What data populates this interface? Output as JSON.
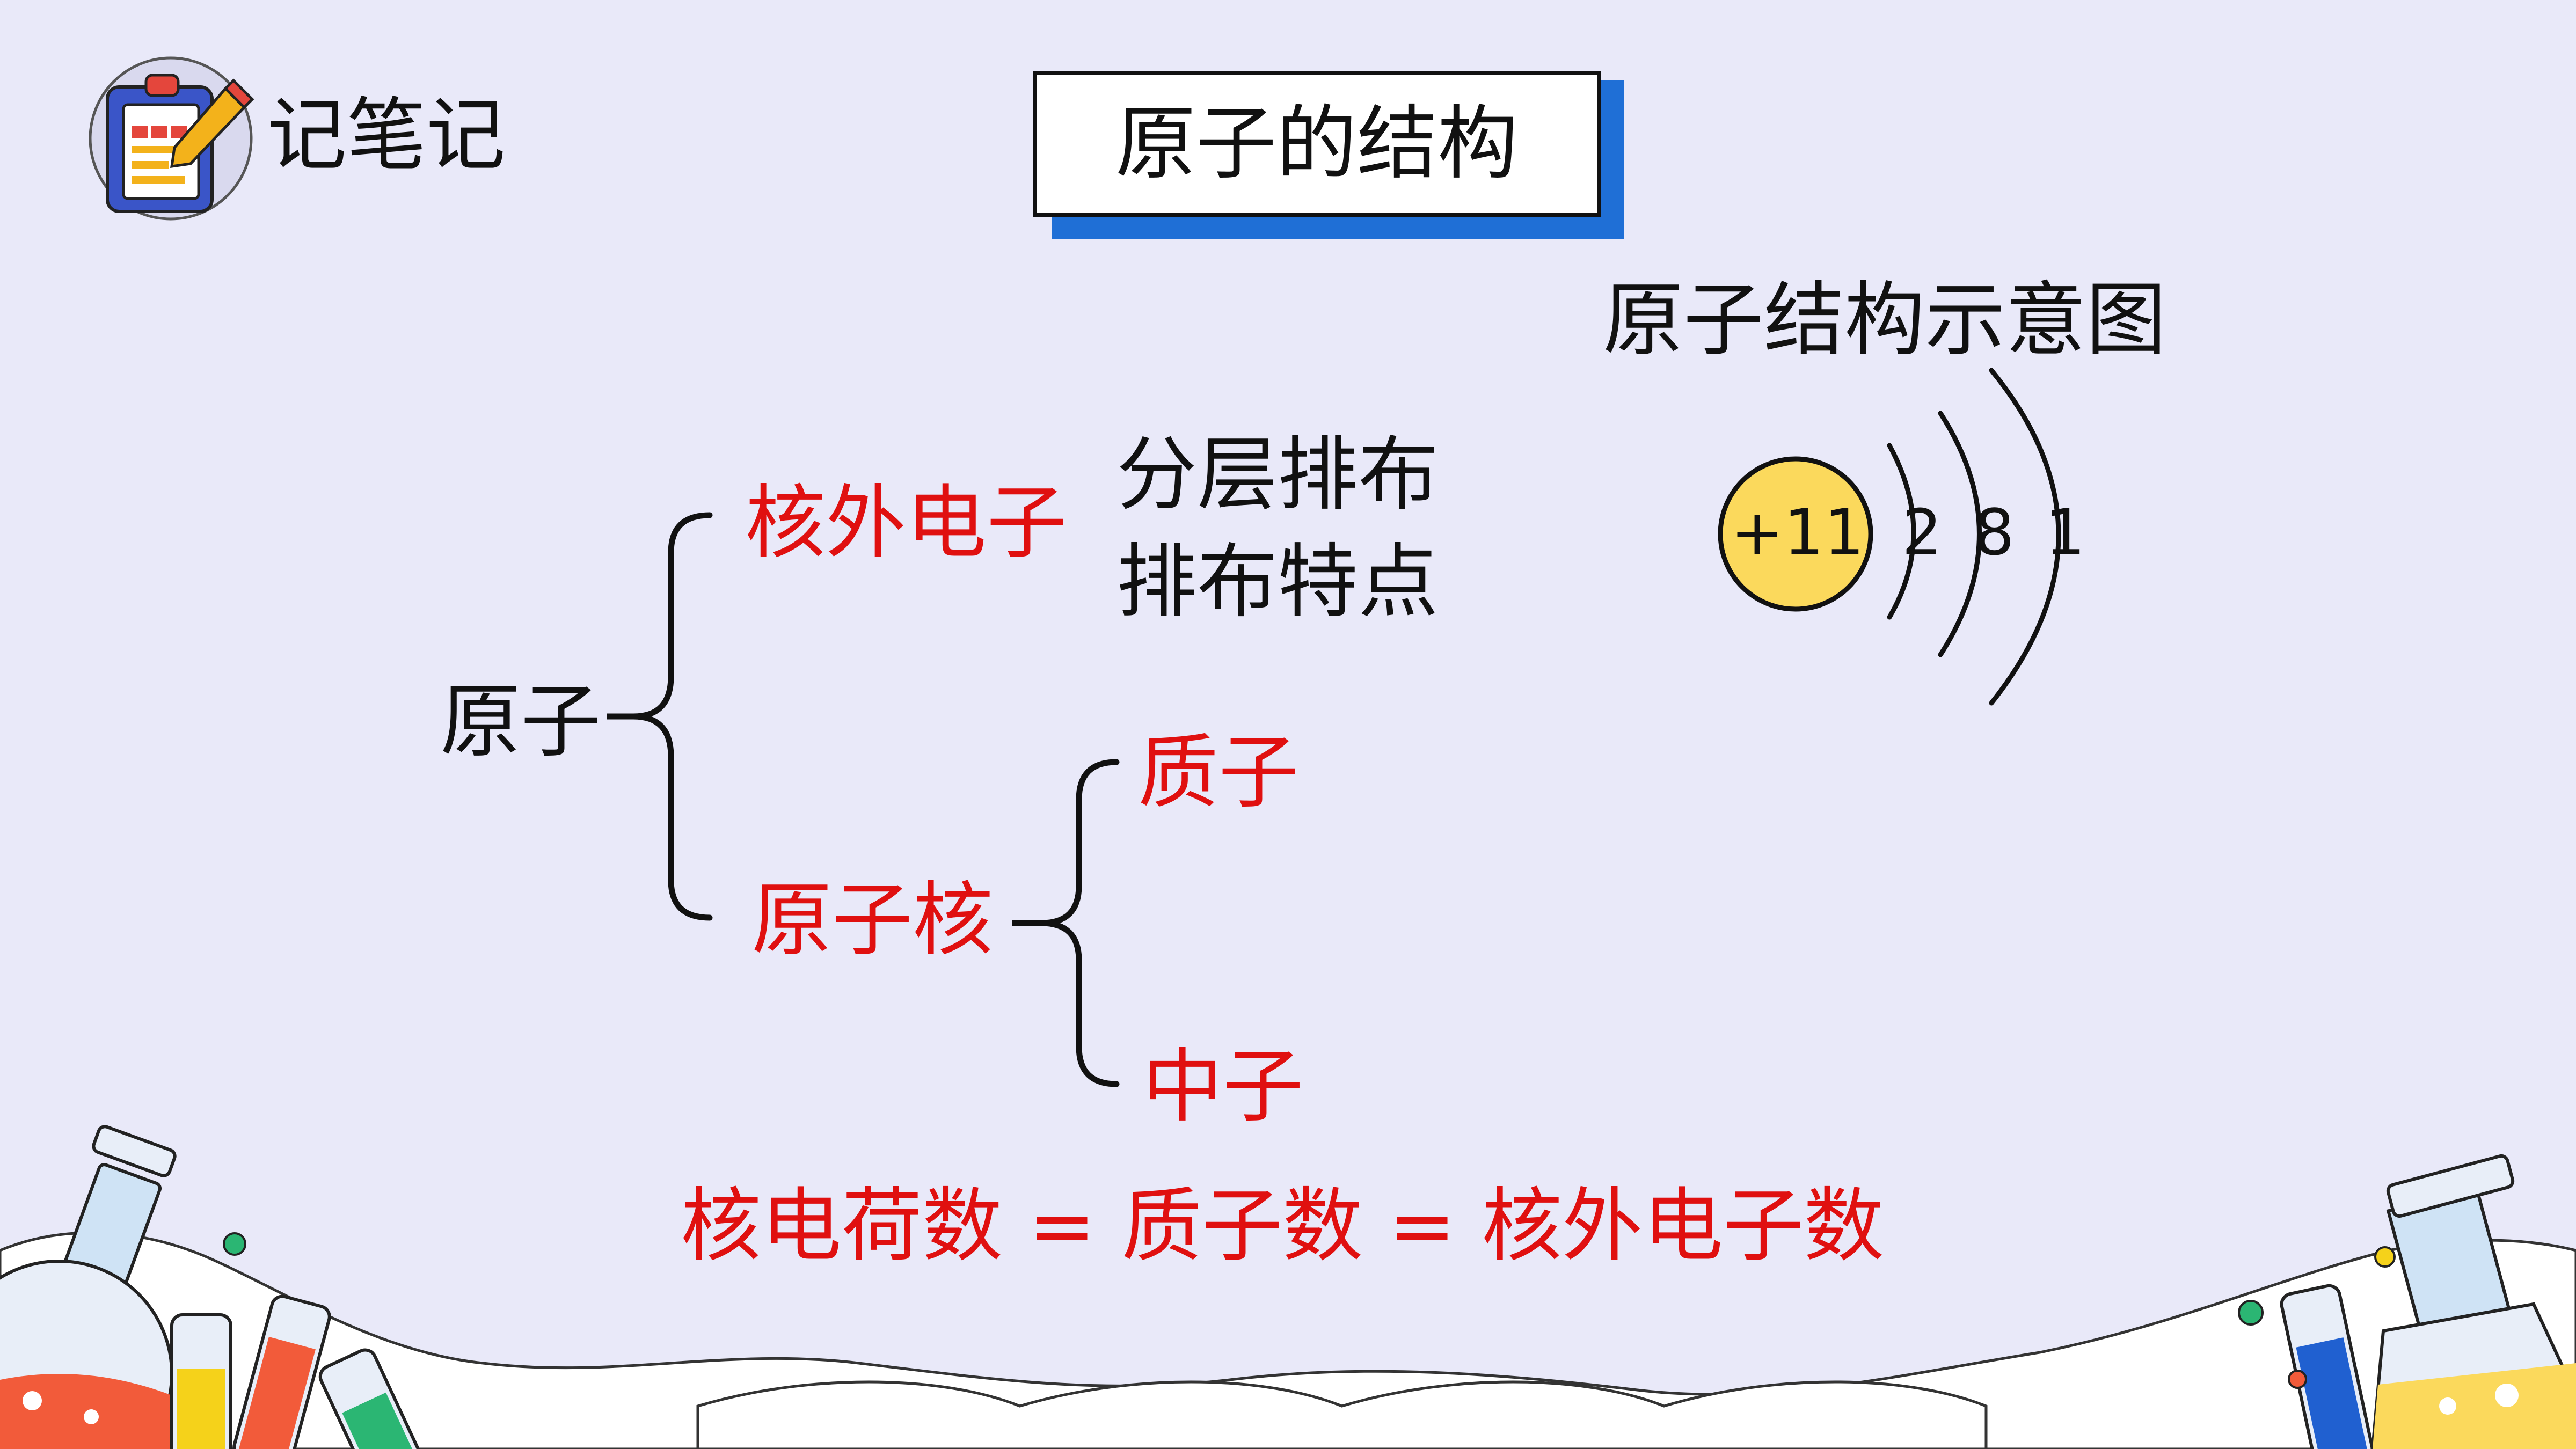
{
  "logo": {
    "label": "记笔记"
  },
  "title": "原子的结构",
  "diagram": {
    "title": "原子结构示意图",
    "nucleus": "+11",
    "shells": [
      "2",
      "8",
      "1"
    ]
  },
  "tree": {
    "root": "原子",
    "outer_electrons": "核外电子",
    "electron_notes": [
      "分层排布",
      "排布特点"
    ],
    "nucleus": "原子核",
    "proton": "质子",
    "neutron": "中子"
  },
  "equation": "核电荷数 = 质子数 = 核外电子数",
  "colors": {
    "background": "#e9e9f9",
    "accent_blue": "#1f6fd6",
    "highlight_red": "#e01010",
    "nucleus_fill": "#fbd95c"
  }
}
